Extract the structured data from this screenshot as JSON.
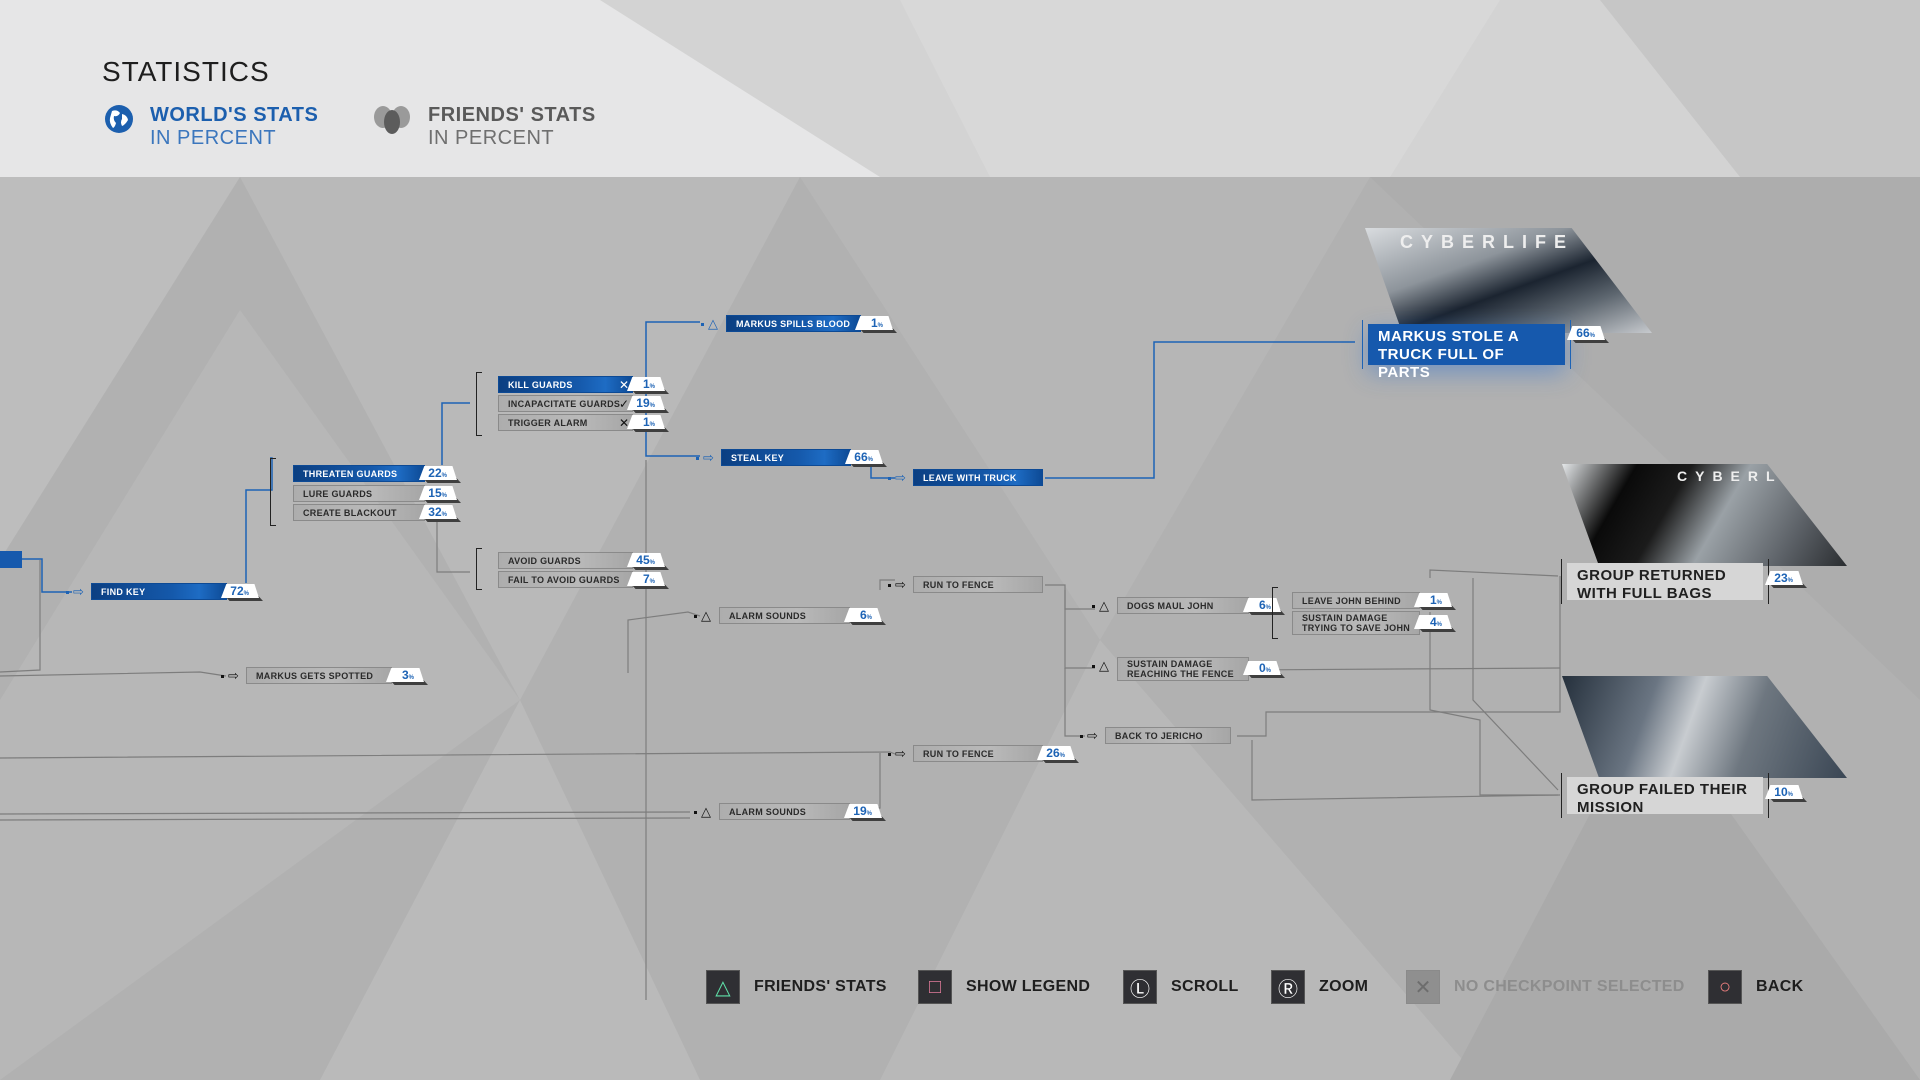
{
  "header": {
    "title": "STATISTICS",
    "tabs": [
      {
        "line1": "WORLD'S STATS",
        "line2": "IN PERCENT",
        "icon": "globe-icon",
        "active": true
      },
      {
        "line1": "FRIENDS' STATS",
        "line2": "IN PERCENT",
        "icon": "friends-icon",
        "active": false
      }
    ]
  },
  "colors": {
    "accent": "#1659ad",
    "percent_text": "#1d63b5",
    "node_grey": "#b0b0b0",
    "background": "#b3b3b3"
  },
  "nodes": [
    {
      "id": "find-key",
      "label": "FIND KEY",
      "percent": "72",
      "selected": true,
      "icon": "arrow-icon"
    },
    {
      "id": "markus-gets-spotted",
      "label": "MARKUS GETS SPOTTED",
      "percent": "3",
      "selected": false,
      "icon": "arrow-icon"
    },
    {
      "id": "threaten-guards",
      "label": "THREATEN GUARDS",
      "percent": "22",
      "selected": true
    },
    {
      "id": "lure-guards",
      "label": "LURE GUARDS",
      "percent": "15",
      "selected": false
    },
    {
      "id": "create-blackout",
      "label": "CREATE BLACKOUT",
      "percent": "32",
      "selected": false
    },
    {
      "id": "kill-guards",
      "label": "KILL GUARDS",
      "percent": "1",
      "selected": true,
      "mark": "✕"
    },
    {
      "id": "incapacitate-guards",
      "label": "INCAPACITATE GUARDS",
      "percent": "19",
      "selected": false,
      "mark": "✓"
    },
    {
      "id": "trigger-alarm",
      "label": "TRIGGER ALARM",
      "percent": "1",
      "selected": false,
      "mark": "✕"
    },
    {
      "id": "avoid-guards",
      "label": "AVOID GUARDS",
      "percent": "45",
      "selected": false
    },
    {
      "id": "fail-to-avoid-guards",
      "label": "FAIL TO AVOID GUARDS",
      "percent": "7",
      "selected": false
    },
    {
      "id": "markus-spills-blood",
      "label": "MARKUS SPILLS BLOOD",
      "percent": "1",
      "selected": true,
      "icon": "triangle-icon"
    },
    {
      "id": "steal-key",
      "label": "STEAL KEY",
      "percent": "66",
      "selected": true,
      "icon": "arrow-icon"
    },
    {
      "id": "leave-with-truck",
      "label": "LEAVE WITH TRUCK",
      "selected": true,
      "icon": "arrow-icon"
    },
    {
      "id": "alarm-sounds-1",
      "label": "ALARM SOUNDS",
      "percent": "6",
      "selected": false,
      "icon": "triangle-icon"
    },
    {
      "id": "run-to-fence-1",
      "label": "RUN TO FENCE",
      "selected": false,
      "icon": "arrow-icon"
    },
    {
      "id": "run-to-fence-2",
      "label": "RUN TO FENCE",
      "percent": "26",
      "selected": false,
      "icon": "arrow-icon"
    },
    {
      "id": "alarm-sounds-2",
      "label": "ALARM SOUNDS",
      "percent": "19",
      "selected": false,
      "icon": "triangle-icon"
    },
    {
      "id": "dogs-maul-john",
      "label": "DOGS MAUL JOHN",
      "percent": "6",
      "selected": false,
      "icon": "triangle-icon"
    },
    {
      "id": "sustain-damage-fence",
      "label": "SUSTAIN DAMAGE REACHING THE FENCE",
      "percent": "0",
      "selected": false,
      "icon": "triangle-icon"
    },
    {
      "id": "back-to-jericho",
      "label": "BACK TO JERICHO",
      "selected": false,
      "icon": "arrow-icon"
    },
    {
      "id": "leave-john-behind",
      "label": "LEAVE JOHN BEHIND",
      "percent": "1",
      "selected": false
    },
    {
      "id": "sustain-damage-john",
      "label": "SUSTAIN DAMAGE TRYING TO SAVE JOHN",
      "percent": "4",
      "selected": false
    }
  ],
  "outcomes": [
    {
      "id": "truck",
      "label": "MARKUS STOLE A TRUCK FULL OF PARTS",
      "percent": "66",
      "selected": true,
      "image_text": "CYBERLIFE"
    },
    {
      "id": "full-bags",
      "label": "GROUP RETURNED WITH FULL BAGS",
      "percent": "23",
      "selected": false,
      "image_text": "CYBERLIFE"
    },
    {
      "id": "failed",
      "label": "GROUP FAILED THEIR MISSION",
      "percent": "10",
      "selected": false
    }
  ],
  "percent_sign": "%",
  "footer": [
    {
      "label": "FRIENDS' STATS",
      "icon": "triangle-button-icon",
      "glyph": "△",
      "color": "#5fe0a8",
      "enabled": true
    },
    {
      "label": "SHOW LEGEND",
      "icon": "square-button-icon",
      "glyph": "□",
      "color": "#e07a9a",
      "enabled": true
    },
    {
      "label": "SCROLL",
      "icon": "left-stick-icon",
      "glyph": "Ⓛ",
      "color": "#ffffff",
      "enabled": true
    },
    {
      "label": "ZOOM",
      "icon": "right-stick-icon",
      "glyph": "Ⓡ",
      "color": "#ffffff",
      "enabled": true
    },
    {
      "label": "NO CHECKPOINT SELECTED",
      "icon": "cross-button-icon",
      "glyph": "✕",
      "color": "#6d6d6d",
      "enabled": false
    },
    {
      "label": "BACK",
      "icon": "circle-button-icon",
      "glyph": "○",
      "color": "#f08080",
      "enabled": true
    }
  ]
}
